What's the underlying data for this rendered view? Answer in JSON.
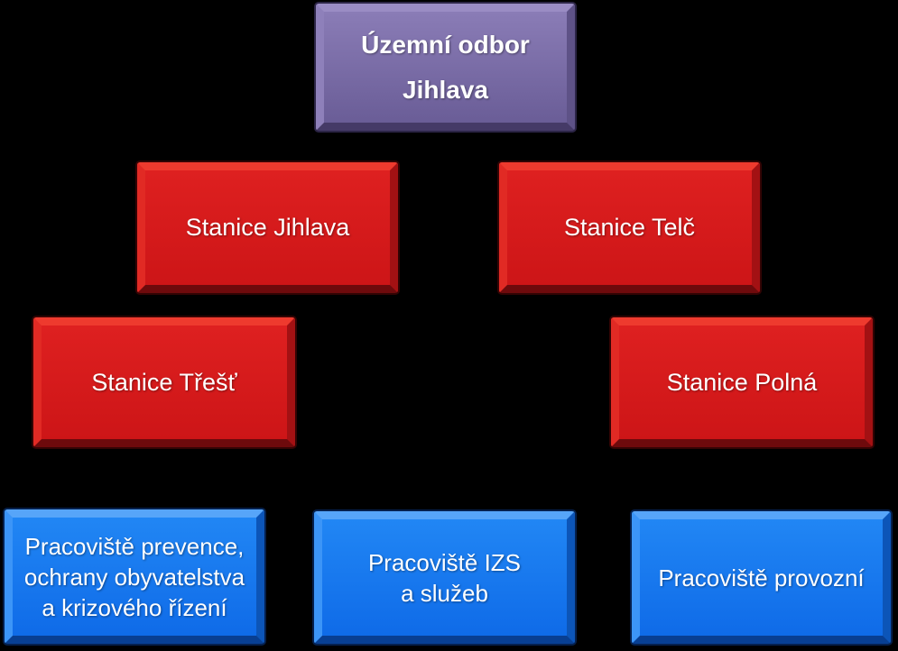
{
  "palette": {
    "background": "#000000",
    "text": "#FFFFFF",
    "root_purple": "#7A6CA8",
    "station_red": "#D6191C",
    "department_blue": "#1476F0"
  },
  "boxes": {
    "uzemni_odbor": {
      "lines": [
        "Územní odbor",
        "Jihlava"
      ],
      "color": "#7A6CA8",
      "level": 1
    },
    "stanice_jihlava": {
      "label": "Stanice Jihlava",
      "color": "#D6191C",
      "level": 2
    },
    "stanice_telc": {
      "label": "Stanice Telč",
      "color": "#D6191C",
      "level": 2
    },
    "stanice_trest": {
      "label": "Stanice Třešť",
      "color": "#D6191C",
      "level": 3
    },
    "stanice_polna": {
      "label": "Stanice Polná",
      "color": "#D6191C",
      "level": 3
    },
    "pracoviste_prevence": {
      "lines": [
        "Pracoviště prevence,",
        "ochrany obyvatelstva",
        "a krizového řízení"
      ],
      "color": "#1476F0",
      "level": 4
    },
    "pracoviste_izs": {
      "lines": [
        "Pracoviště IZS",
        "a služeb"
      ],
      "color": "#1476F0",
      "level": 4
    },
    "pracoviste_provozni": {
      "lines": [
        "Pracoviště provozní"
      ],
      "color": "#1476F0",
      "level": 4
    }
  }
}
